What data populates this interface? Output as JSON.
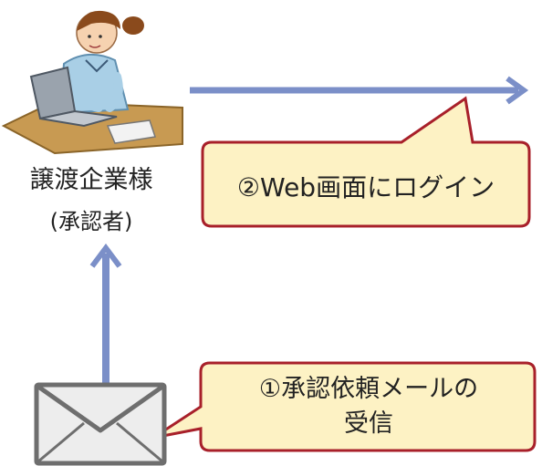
{
  "actor": {
    "name": "譲渡企業様",
    "role": "(承認者)"
  },
  "callouts": {
    "login": "②Web画面にログイン",
    "mail_line1": "①承認依頼メールの",
    "mail_line2": "受信"
  },
  "colors": {
    "arrow": "#7b8fc8",
    "callout_fill": "#fdf2c4",
    "callout_border": "#a8202a"
  },
  "icons": {
    "actor": "person-at-laptop-icon",
    "mail": "envelope-icon"
  }
}
